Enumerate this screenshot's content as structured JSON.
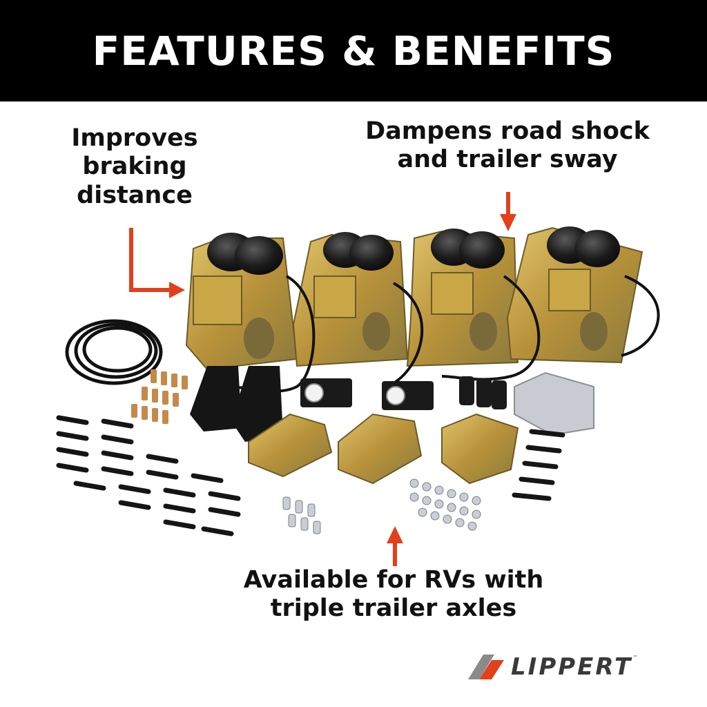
{
  "header": {
    "title": "FEATURES & BENEFITS"
  },
  "callouts": {
    "left": {
      "lines": [
        "Improves",
        "braking",
        "distance"
      ]
    },
    "right": {
      "lines": [
        "Dampens road shock",
        "and trailer sway"
      ]
    },
    "bottom": {
      "lines": [
        "Available for RVs with",
        "triple trailer axles"
      ]
    }
  },
  "colors": {
    "header_bg": "#000000",
    "arrow": "#e2401c",
    "metal_gold": "#c9a646",
    "air_bag": "#1c1c1c",
    "logo_red": "#e2401c",
    "logo_gray": "#3a3a3a"
  },
  "brand": {
    "name": "LIPPERT",
    "tm": "™"
  }
}
